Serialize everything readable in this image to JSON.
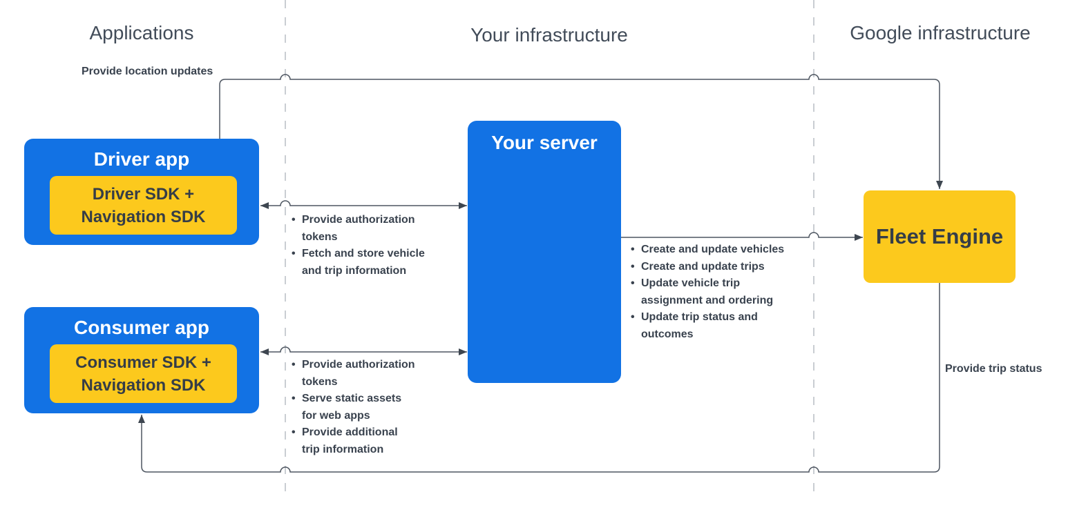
{
  "colors": {
    "node_blue": "#1272E4",
    "node_yellow": "#FCC91D",
    "connector_line": "#4D5560",
    "arrowhead": "#3E4650",
    "column_divider": "#C9CDD2",
    "header_text": "#424C59",
    "bullet_text": "#39424E",
    "box_title_text": "#FFFFFF",
    "sdk_text": "#353D47"
  },
  "columns": {
    "applications": "Applications",
    "your_infrastructure": "Your infrastructure",
    "google_infrastructure": "Google infrastructure"
  },
  "nodes": {
    "driver_app": {
      "title": "Driver app",
      "sdk": "Driver SDK +\nNavigation SDK"
    },
    "consumer_app": {
      "title": "Consumer app",
      "sdk": "Consumer SDK +\nNavigation SDK"
    },
    "your_server": {
      "title": "Your server"
    },
    "fleet_engine": {
      "title": "Fleet Engine"
    }
  },
  "edges": {
    "provide_location_updates": {
      "label": "Provide location updates"
    },
    "driver_to_server": {
      "items": [
        "Provide authorization\ntokens",
        "Fetch and store vehicle\nand trip information"
      ]
    },
    "consumer_to_server": {
      "items": [
        "Provide authorization\ntokens",
        "Serve static assets\nfor web apps",
        "Provide additional\ntrip information"
      ]
    },
    "server_to_fleet": {
      "items": [
        "Create and update vehicles",
        "Create and update trips",
        "Update vehicle trip\nassignment and ordering",
        "Update trip status and\noutcomes"
      ]
    },
    "provide_trip_status": {
      "label": "Provide trip status"
    }
  }
}
